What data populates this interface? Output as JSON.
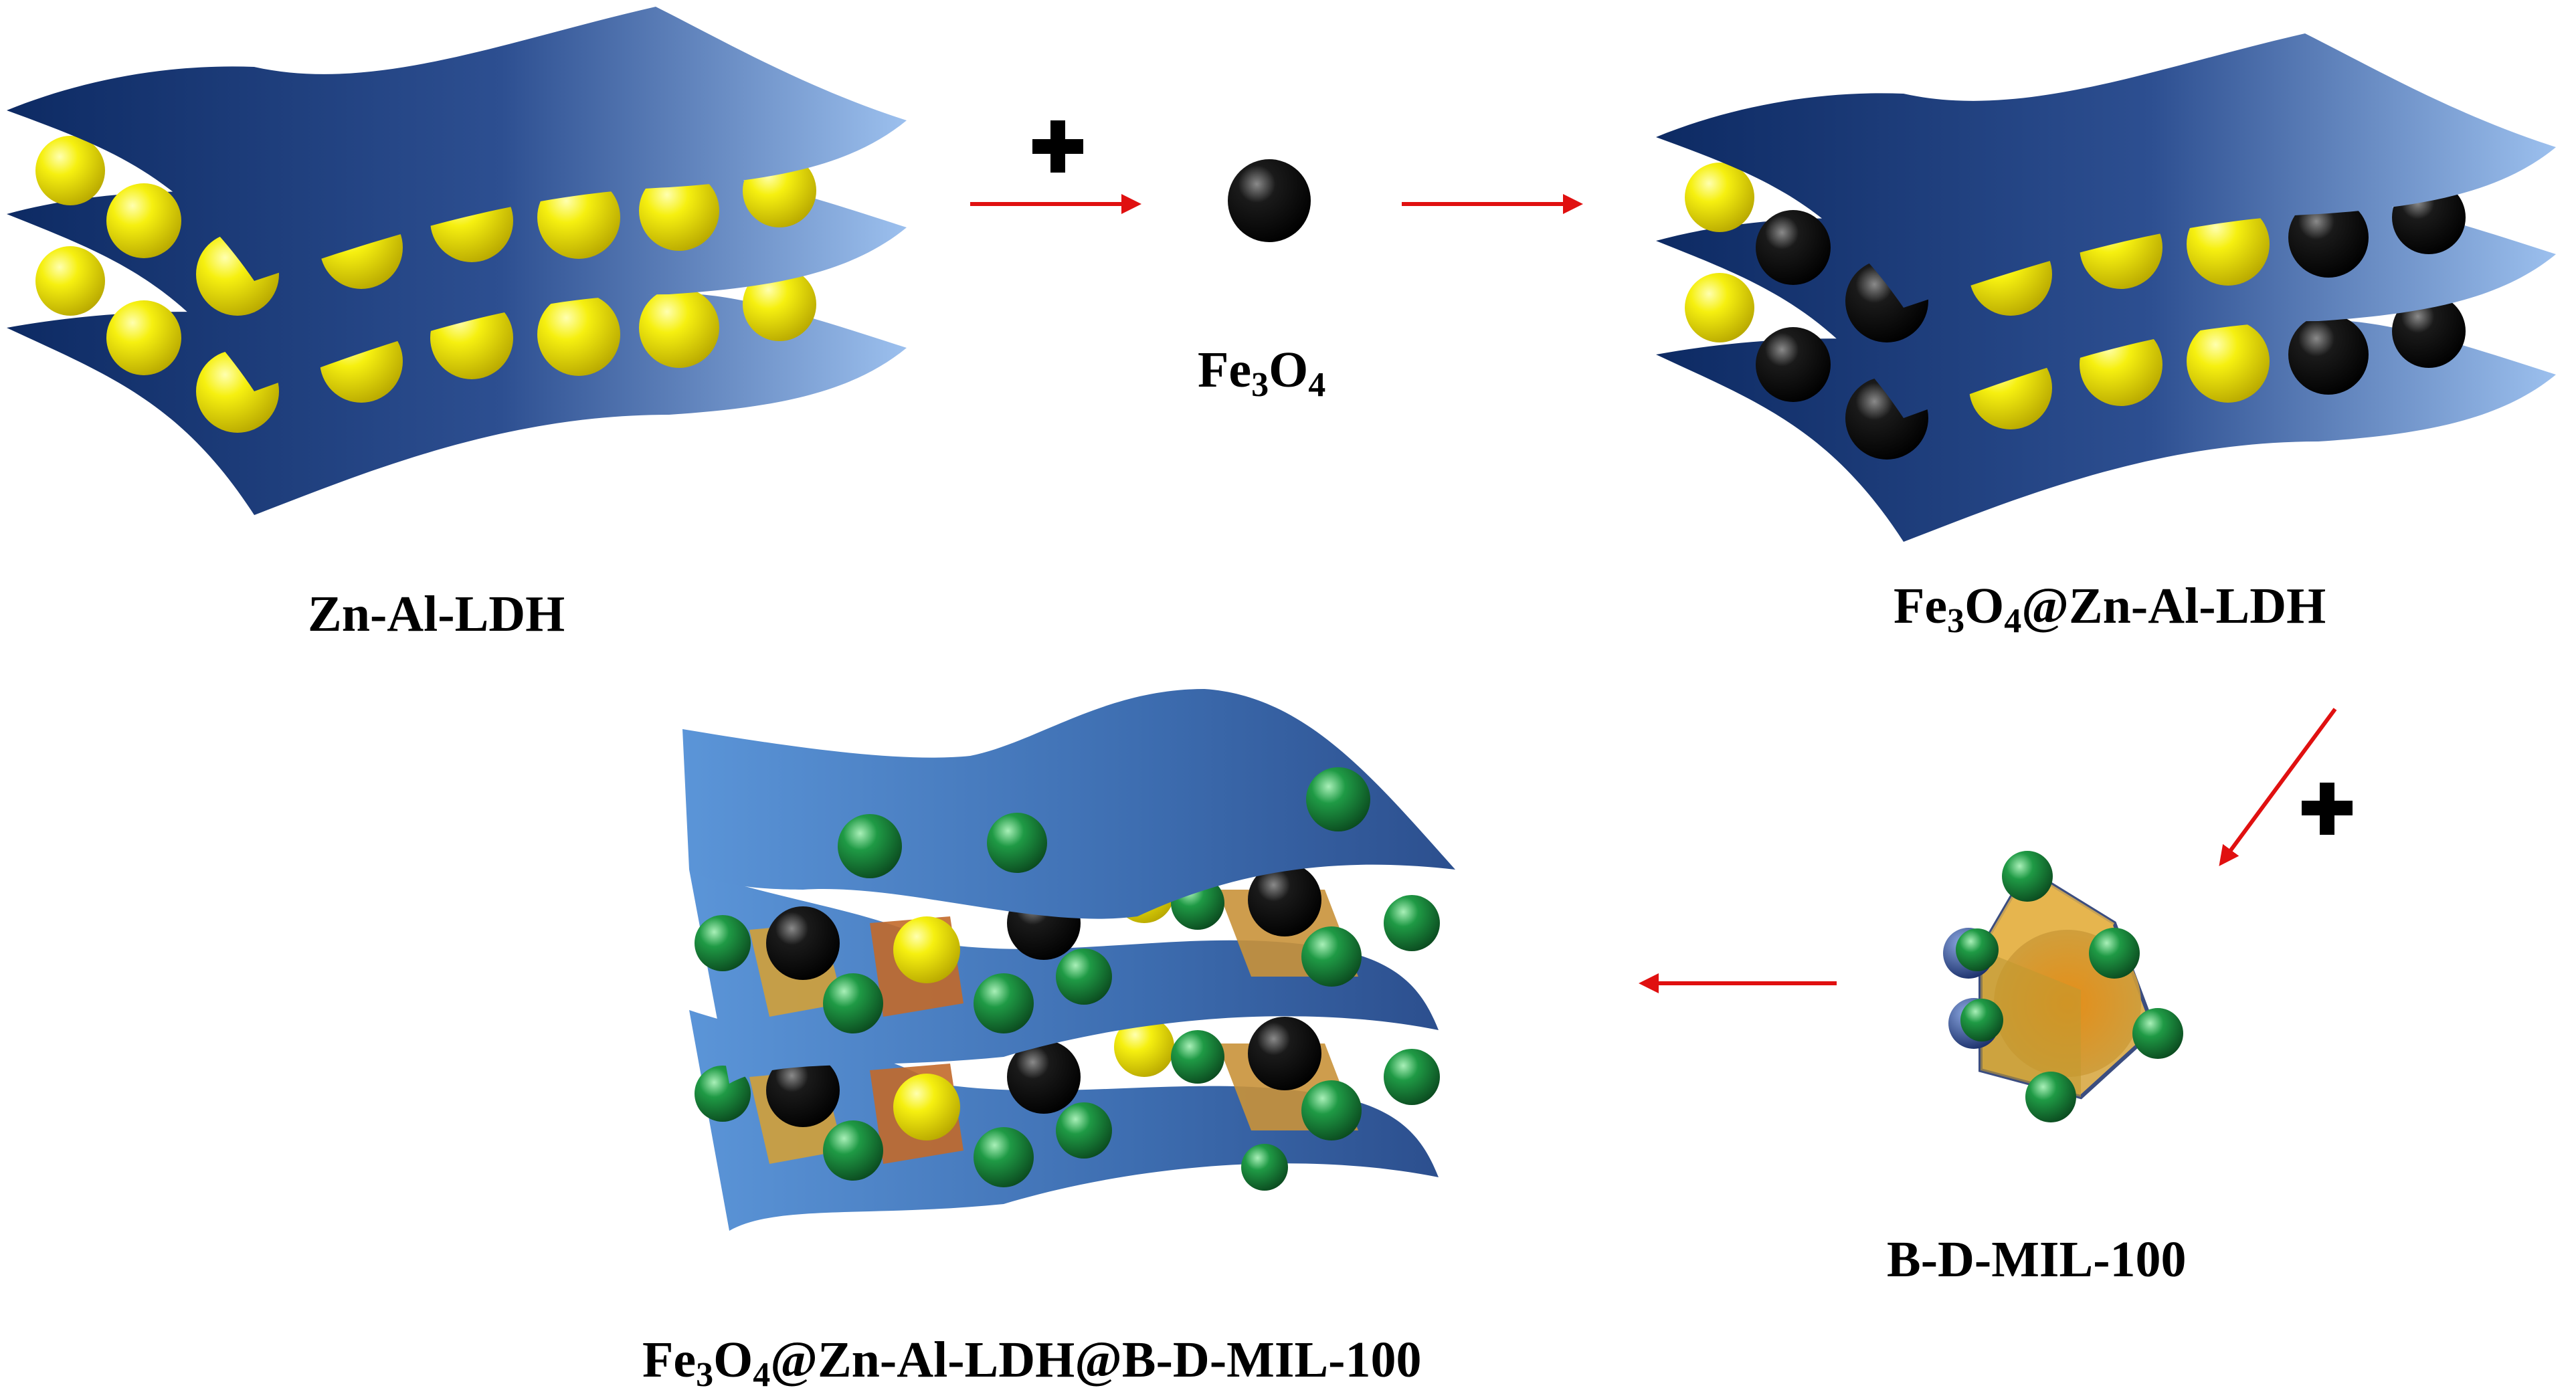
{
  "colors": {
    "sheet_dark": "#0d2a63",
    "sheet_light": "#8fb4e6",
    "ldh_ball": "#f2ec0a",
    "fe3o4_ball": "#0a0a0a",
    "mil_ball": "#1a8a3a",
    "mil_cage": "#d9a23a",
    "arrow": "#e01010",
    "plus": "#000000"
  },
  "labels": {
    "zn_al_ldh": "Zn-Al-LDH",
    "fe3o4": {
      "a": "Fe",
      "b": "3",
      "c": "O",
      "d": "4"
    },
    "fe3o4_ldh": {
      "a": "Fe",
      "b": "3",
      "c": "O",
      "d": "4",
      "e": "@Zn-Al-LDH"
    },
    "b_d_mil": "B-D-MIL-100",
    "composite": {
      "a": "Fe",
      "b": "3",
      "c": "O",
      "d": "4",
      "e": "@Zn-Al-LDH@B-D-MIL-100"
    }
  },
  "symbols": {
    "plus_1": "plus-icon",
    "plus_2": "plus-icon"
  }
}
